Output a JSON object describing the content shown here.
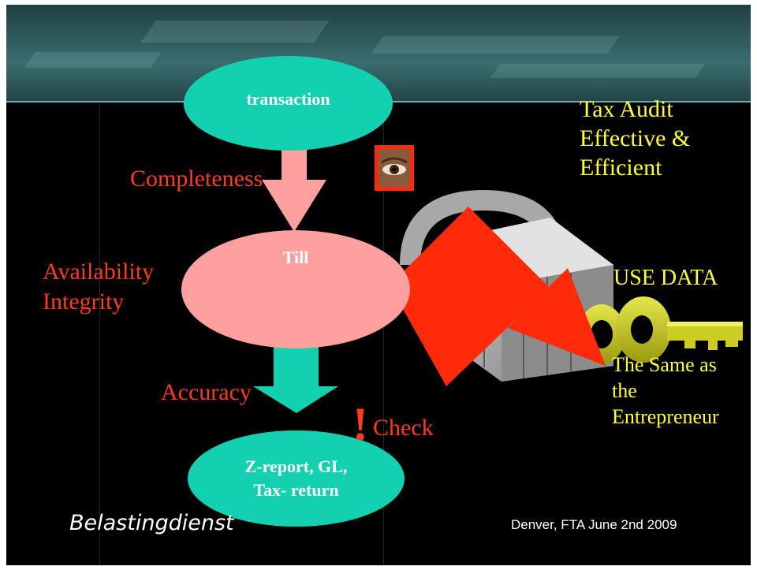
{
  "flow": {
    "transaction": "transaction",
    "till": "Till",
    "zreport_line1": "Z-report, GL,",
    "zreport_line2": "Tax- return"
  },
  "labels": {
    "completeness": "Completeness",
    "availability": "Availability",
    "integrity": "Integrity",
    "accuracy": "Accuracy",
    "check_mark": "!",
    "check": "Check"
  },
  "right": {
    "tax_audit_line1": "Tax Audit",
    "tax_audit_line2": "Effective &",
    "tax_audit_line3": "Efficient",
    "use_data": "USE DATA",
    "same_line1": "The Same as",
    "same_line2": "the",
    "same_line3": "Entrepreneur"
  },
  "footer": {
    "logo": "Belastingdienst",
    "event": "Denver, FTA June 2nd 2009"
  },
  "colors": {
    "teal_shape": "#13d1b0",
    "pink_shape": "#ff9f9f",
    "red_text": "#ff3b1f",
    "yellow_text": "#ffff33",
    "big_arrow": "#ff2a0a"
  },
  "icons": [
    "eye-icon",
    "padlock-icon",
    "key-icon"
  ]
}
